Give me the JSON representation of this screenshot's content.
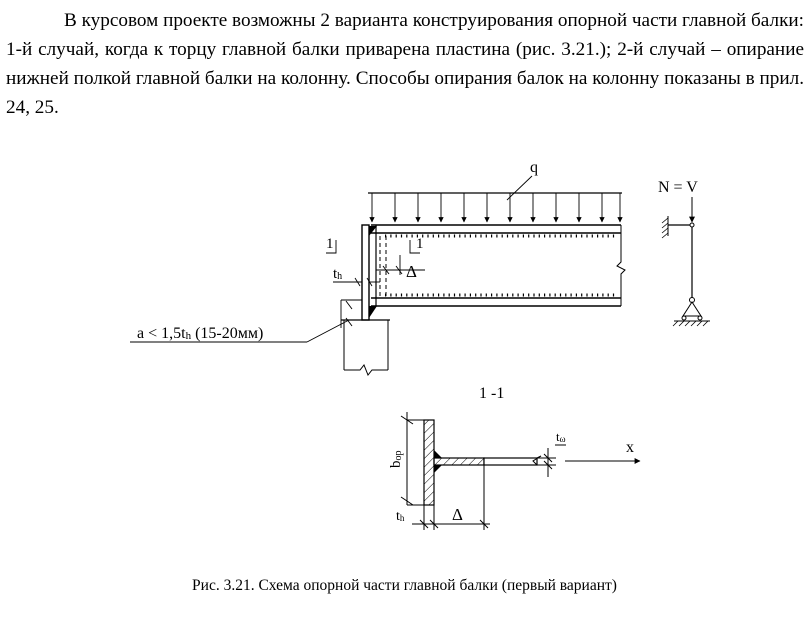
{
  "paragraph": "В курсовом проекте возможны 2 варианта конструирования опорной части главной балки: 1-й случай, когда к торцу главной балки приварена пластина (рис. 3.21.); 2-й случай – опирание нижней полкой главной балки на колонну. Способы опирания балок на колонну показаны в прил. 24, 25.",
  "figure": {
    "labels": {
      "q": "q",
      "nv": "N = V",
      "one_left": "1",
      "one_right": "1",
      "th": "t",
      "th_sub": "h",
      "delta": "Δ",
      "gap_prefix": "a < 1,5t",
      "gap_sub": "h",
      "gap_suffix": " (15-20мм)",
      "section": "1 -1",
      "b": "b",
      "b_sub": "op",
      "tw": "t",
      "tw_sub": "ω",
      "x": "x",
      "th2": "t",
      "th2_sub": "h",
      "delta2": "Δ"
    },
    "caption": "Рис. 3.21. Схема опорной части главной балки (первый вариант)"
  }
}
